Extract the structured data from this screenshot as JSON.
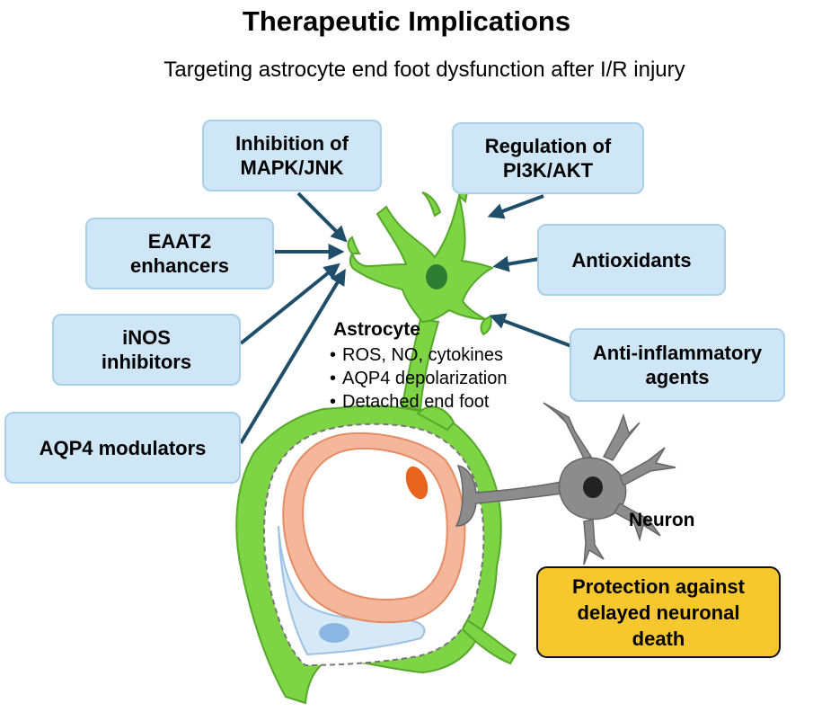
{
  "title": "Therapeutic Implications",
  "subtitle": "Targeting astrocyte end foot dysfunction after I/R injury",
  "interventions": [
    {
      "label": "Inhibition of\nMAPK/JNK"
    },
    {
      "label": "Regulation of\nPI3K/AKT"
    },
    {
      "label": "EAAT2\nenhancers"
    },
    {
      "label": "Antioxidants"
    },
    {
      "label": "iNOS\ninhibitors"
    },
    {
      "label": "Anti-inflammatory\nagents"
    },
    {
      "label": "AQP4 modulators"
    }
  ],
  "astrocyte": {
    "label": "Astrocyte",
    "effects": [
      "ROS, NO, cytokines",
      "AQP4 depolarization",
      "Detached end foot"
    ]
  },
  "neuron": {
    "label": "Neuron"
  },
  "outcome": "Protection against\ndelayed neuronal\ndeath",
  "colors": {
    "box_fill": "#cfe6f6",
    "box_border": "#a9cfe9",
    "arrow": "#1f4e6b",
    "astrocyte": "#7dd444",
    "nucleus": "#2e7d32",
    "vessel_wall": "#f4b79b",
    "neuron": "#8c8c8c",
    "outcome_fill": "#f7c72e"
  }
}
